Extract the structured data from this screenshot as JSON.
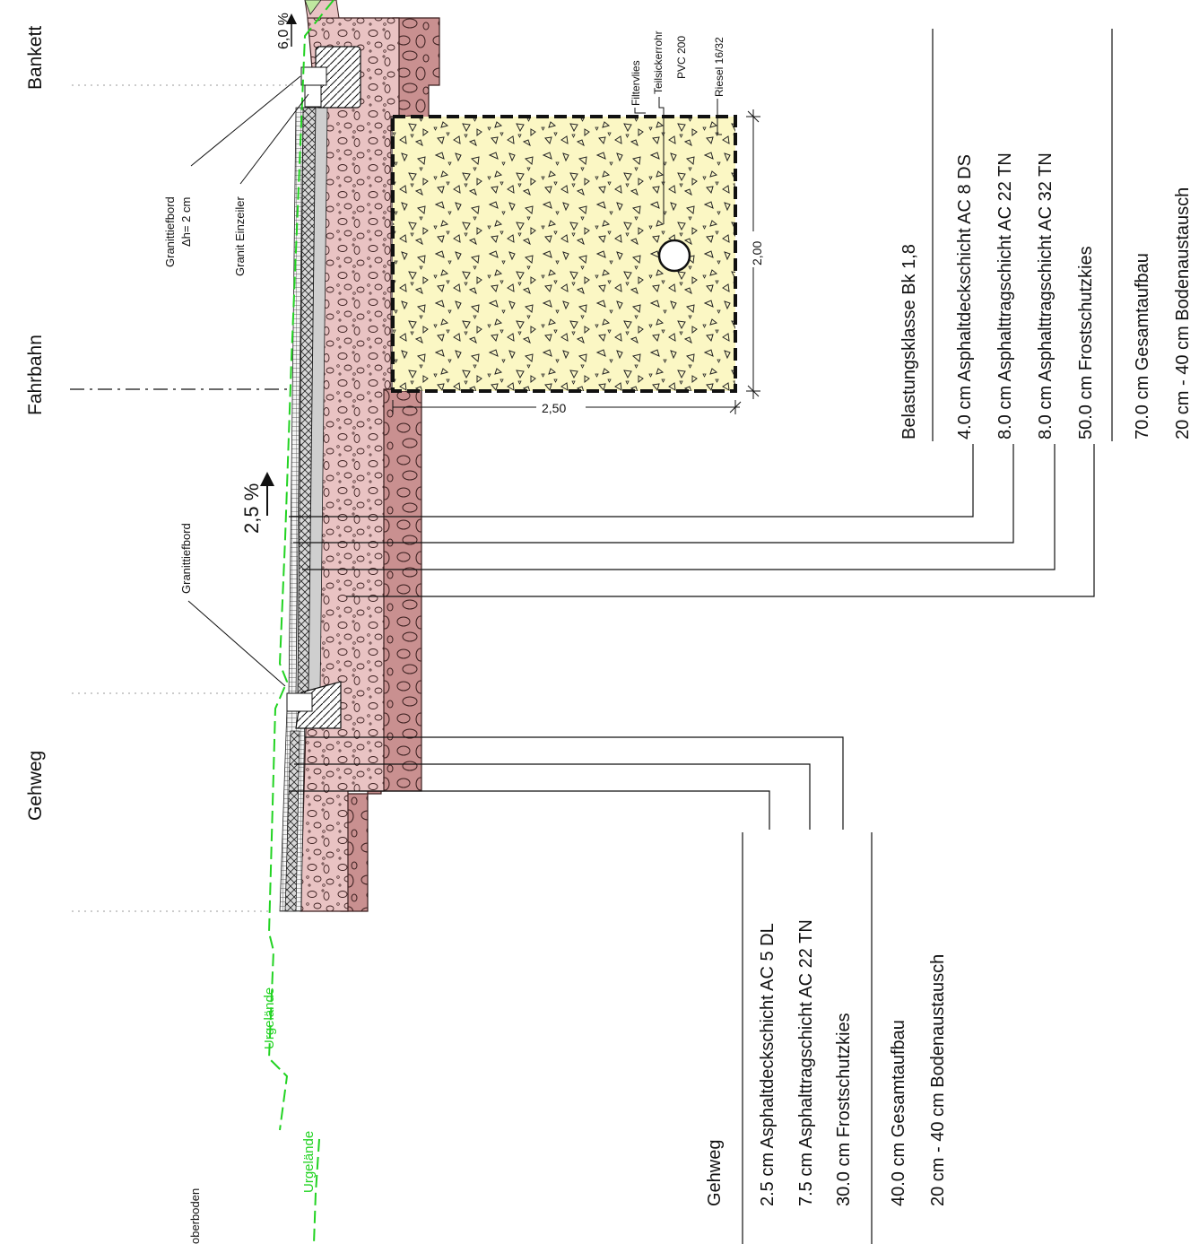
{
  "zones": {
    "bankett": "Bankett",
    "fahrbahn": "Fahrbahn",
    "gehweg": "Gehweg"
  },
  "annotations": {
    "slope_top": "6,0 %",
    "slope_main": "2,5 %",
    "granittiefbord_dh_line1": "Granittiefbord",
    "granittiefbord_dh_line2": "Δh= 2 cm",
    "granit_einzeiler": "Granit Einzeiler",
    "granittiefbord": "Granittiefbord",
    "urgelaende_1": "Urgelände",
    "urgelaende_2": "Urgelände",
    "oberboden": "oberboden"
  },
  "trench": {
    "filtervlies": "Filtervlies",
    "teilsickerrohr": "Teilsickerrohr",
    "pvc": "PVC 200",
    "riesel": "Riesel 16/32",
    "dim_depth": "2,00",
    "dim_width": "2,50"
  },
  "fahrbahn_legend": {
    "heading": "Belastungsklasse Bk 1,8",
    "layers": [
      "4.0 cm Asphaltdeckschicht AC 8 DS",
      "8.0 cm Asphalttragschicht AC 22 TN",
      "8.0 cm Asphalttragschicht AC 32 TN",
      "50.0 cm Frostschutzkies"
    ],
    "total": "70.0 cm Gesamtaufbau",
    "exchange": "20 cm - 40 cm Bodenaustausch"
  },
  "gehweg_legend": {
    "heading": "Gehweg",
    "layers": [
      "2.5 cm Asphaltdeckschicht AC 5 DL",
      "7.5 cm Asphalttragschicht AC 22 TN",
      "30.0 cm Frostschutzkies"
    ],
    "total": "40.0 cm Gesamtaufbau",
    "exchange": "20 cm - 40 cm Bodenaustausch"
  },
  "colors": {
    "gravel_fill": "#e9c3c3",
    "exchange_fill": "#c99090",
    "trench_fill": "#fbf7c4",
    "ground_line": "#22d322"
  }
}
